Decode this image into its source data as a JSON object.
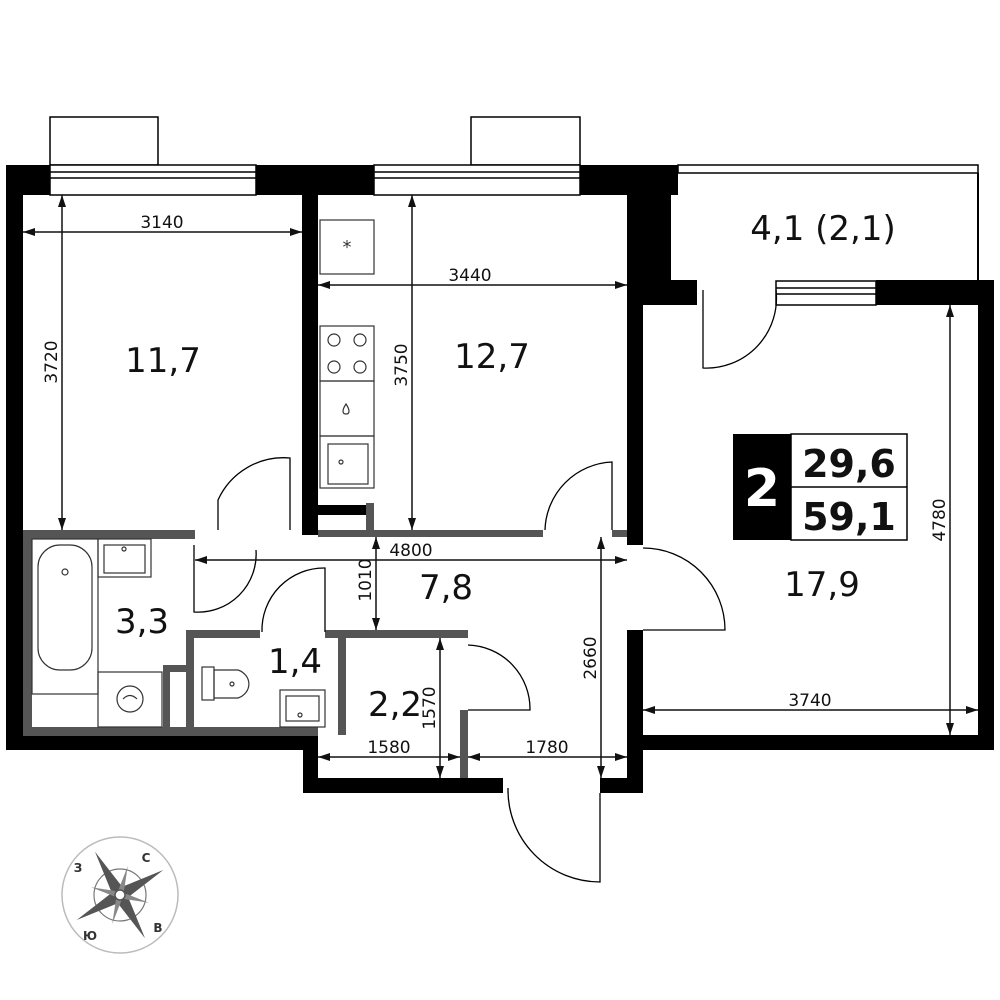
{
  "summary": {
    "rooms_count": "2",
    "living_area": "29,6",
    "total_area": "59,1"
  },
  "rooms": [
    {
      "id": "bedroom-left",
      "area": "11,7"
    },
    {
      "id": "kitchen",
      "area": "12,7"
    },
    {
      "id": "balcony",
      "area": "4,1 (2,1)"
    },
    {
      "id": "living-room",
      "area": "17,9"
    },
    {
      "id": "hallway",
      "area": "7,8"
    },
    {
      "id": "bathroom",
      "area": "3,3"
    },
    {
      "id": "toilet",
      "area": "1,4"
    },
    {
      "id": "closet",
      "area": "2,2"
    }
  ],
  "dimensions": [
    {
      "id": "bedroom-width",
      "value": "3140"
    },
    {
      "id": "bedroom-depth",
      "value": "3720"
    },
    {
      "id": "kitchen-width",
      "value": "3440"
    },
    {
      "id": "kitchen-depth",
      "value": "3750"
    },
    {
      "id": "hall-length",
      "value": "4800"
    },
    {
      "id": "hall-width",
      "value": "1010"
    },
    {
      "id": "hall-depth",
      "value": "2660"
    },
    {
      "id": "closet-width",
      "value": "1580"
    },
    {
      "id": "closet-depth",
      "value": "1570"
    },
    {
      "id": "entry-width",
      "value": "1780"
    },
    {
      "id": "living-width",
      "value": "3740"
    },
    {
      "id": "living-depth",
      "value": "4780"
    }
  ],
  "compass": {
    "north": "С",
    "east": "В",
    "south": "Ю",
    "west": "З"
  },
  "colors": {
    "wall": "#000000",
    "partition": "#555555",
    "fixture": "#333333"
  },
  "icons": [
    "window-icon",
    "door-swing-icon",
    "stove-icon",
    "sink-icon",
    "bathtub-icon",
    "toilet-icon",
    "washing-machine-icon",
    "fridge-icon",
    "compass-rose-icon"
  ]
}
